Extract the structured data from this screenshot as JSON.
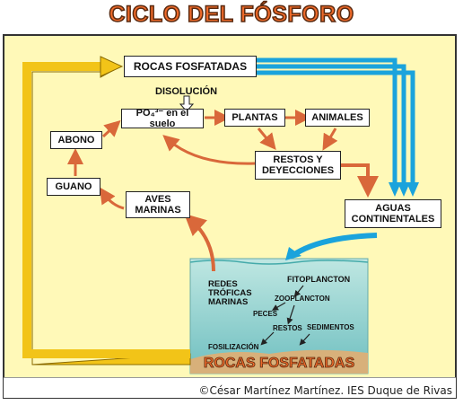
{
  "title": "CICLO DEL FÓSFORO",
  "nodes": {
    "rocas": "ROCAS FOSFATADAS",
    "disolucion": "DISOLUCIÓN",
    "po4": "PO₄³⁻ en el suelo",
    "plantas": "PLANTAS",
    "animales": "ANIMALES",
    "restos": "RESTOS Y DEYECCIONES",
    "abono": "ABONO",
    "guano": "GUANO",
    "aves": "AVES MARINAS",
    "aguas": "AGUAS CONTINENTALES"
  },
  "ocean": {
    "redes": "REDES TRÓFICAS MARINAS",
    "fitoplancton": "FITOPLANCTON",
    "zooplancton": "ZOOPLANCTON",
    "peces": "PECES",
    "restos": "RESTOS",
    "sedimentos": "SEDIMENTOS",
    "fosilizacion": "FOSILIZACIÓN",
    "rocas": "ROCAS FOSFATADAS"
  },
  "credit": "©César Martínez Martínez. IES Duque de Rivas",
  "colors": {
    "title": "#ef6a2a",
    "background": "#fff9b8",
    "yellow_arrow": "#f2c418",
    "blue_arrow": "#1aa3dc",
    "orange_arrow": "#d9683a",
    "water": "#9fd8d4"
  }
}
